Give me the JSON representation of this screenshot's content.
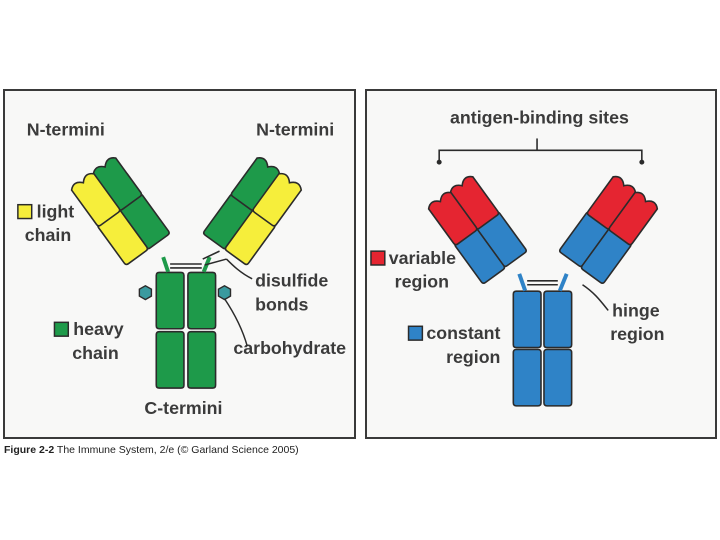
{
  "colors": {
    "light": "#f6ee3b",
    "heavy": "#1e9a4a",
    "variable": "#e52531",
    "constant": "#2f83c7",
    "carbohydrate": "#3a9a9f",
    "outline": "#2b2b2b",
    "panel_bg": "#f8f8f7"
  },
  "left": {
    "n_termini_left": "N-termini",
    "n_termini_right": "N-termini",
    "light_1": "light",
    "light_2": "chain",
    "heavy_1": "heavy",
    "heavy_2": "chain",
    "disulfide_1": "disulfide",
    "disulfide_2": "bonds",
    "carbohydrate": "carbohydrate",
    "c_termini": "C-termini"
  },
  "right": {
    "antigen_sites": "antigen-binding sites",
    "variable_1": "variable",
    "variable_2": "region",
    "hinge_1": "hinge",
    "hinge_2": "region",
    "constant_1": "constant",
    "constant_2": "region"
  },
  "caption": {
    "figure": "Figure 2-2",
    "text": "The Immune System, 2/e (© Garland Science 2005)"
  }
}
